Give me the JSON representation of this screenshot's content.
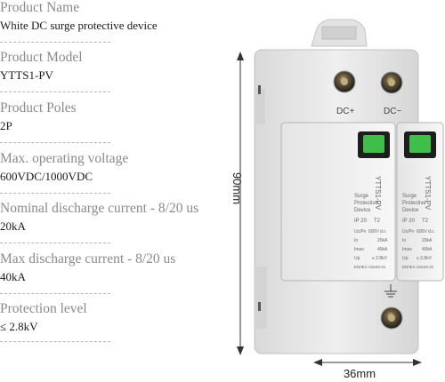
{
  "specs": [
    {
      "label": "Product Name",
      "value": "White DC surge protective device"
    },
    {
      "label": "Product Model",
      "value": "YTTS1-PV"
    },
    {
      "label": "Product Poles",
      "value": "2P"
    },
    {
      "label": "Max. operating voltage",
      "value": "600VDC/1000VDC"
    },
    {
      "label": "Nominal discharge current - 8/20 us",
      "value": "20kA"
    },
    {
      "label": "Max discharge current - 8/20 us",
      "value": "40kA"
    },
    {
      "label": "Protection level",
      "value": "≤ 2.8kV"
    }
  ],
  "dimensions": {
    "height": "90mm",
    "width": "36mm"
  },
  "terminals": {
    "positive": "DC+",
    "negative": "DC−"
  },
  "module": {
    "brand": "YTTS1-PV",
    "line1": "Surge",
    "line2": "Protective",
    "line3": "Device",
    "ip": "IP 20",
    "type": "T2",
    "uc": "Uc/Pv",
    "uc_val": "600V d.c",
    "in": "In",
    "in_val": "20kA",
    "imax": "Imax",
    "imax_val": "40kA",
    "up": "Up",
    "up_val": "≤ 2.8kV",
    "standard": "EN/IEC 61643-31"
  },
  "colors": {
    "indicator": "#3fbf4a",
    "body": "#e6e6e6"
  }
}
